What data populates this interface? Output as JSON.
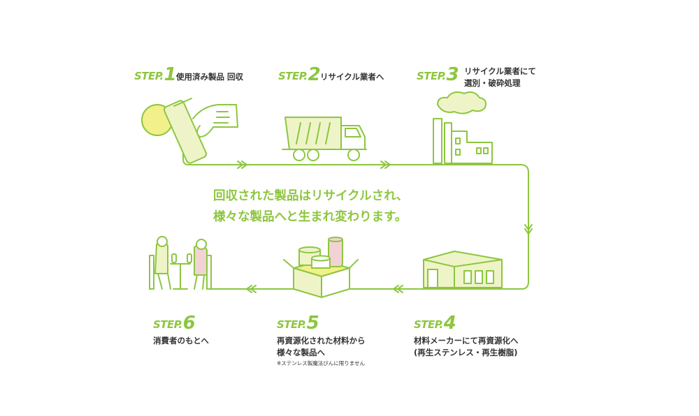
{
  "steps": [
    {
      "word": "STEP.",
      "num": "1",
      "desc": [
        "使用済み製品 回収"
      ]
    },
    {
      "word": "STEP.",
      "num": "2",
      "desc": [
        "リサイクル業者へ"
      ]
    },
    {
      "word": "STEP.",
      "num": "3",
      "desc": [
        "リサイクル業者にて",
        "選別・破砕処理"
      ]
    },
    {
      "word": "STEP.",
      "num": "4",
      "desc": [
        "材料メーカーにて再資源化へ",
        "(再生ステンレス・再生樹脂)"
      ]
    },
    {
      "word": "STEP.",
      "num": "5",
      "desc": [
        "再資源化された材料から",
        "様々な製品へ"
      ],
      "note": "※ステンレス製魔法びんに限りません"
    },
    {
      "word": "STEP.",
      "num": "6",
      "desc": [
        "消費者のもとへ"
      ]
    }
  ],
  "center_message": [
    "回収された製品はリサイクルされ、",
    "様々な製品へと生まれ変わります。"
  ],
  "colors": {
    "accent": "#8dc63f",
    "accent_light": "#eef4c8",
    "yellow": "#f2f08a",
    "pink": "#f3d2d6",
    "text": "#333333"
  },
  "icons": [
    "hand-with-bottle-icon",
    "recycling-truck-icon",
    "factory-icon",
    "warehouse-icon",
    "product-box-icon",
    "consumers-at-table-icon"
  ]
}
